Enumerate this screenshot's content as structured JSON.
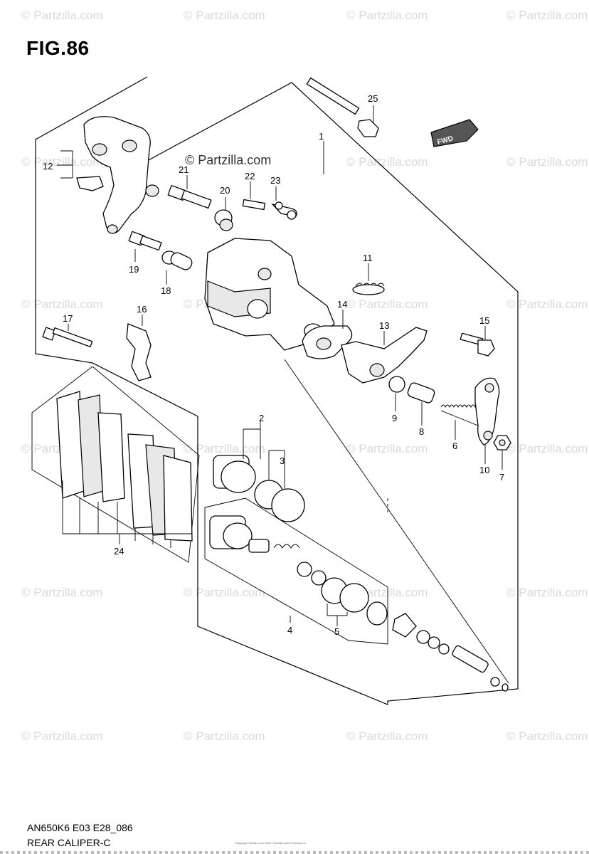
{
  "figure": {
    "title": "FIG.86",
    "code": "AN650K6 E03 E28_086",
    "caption": "REAR CALIPER-C",
    "copyright": "Copyright Partzilla.com 2024. Partzilla.com Products Inc."
  },
  "watermark": {
    "text": "© Partzilla.com",
    "prominent": "© Partzilla.com"
  },
  "fwd_label": "FWD",
  "callouts": [
    "1",
    "2",
    "3",
    "4",
    "5",
    "6",
    "7",
    "8",
    "9",
    "10",
    "11",
    "12",
    "13",
    "14",
    "15",
    "16",
    "17",
    "18",
    "19",
    "20",
    "21",
    "22",
    "23",
    "24",
    "25"
  ]
}
